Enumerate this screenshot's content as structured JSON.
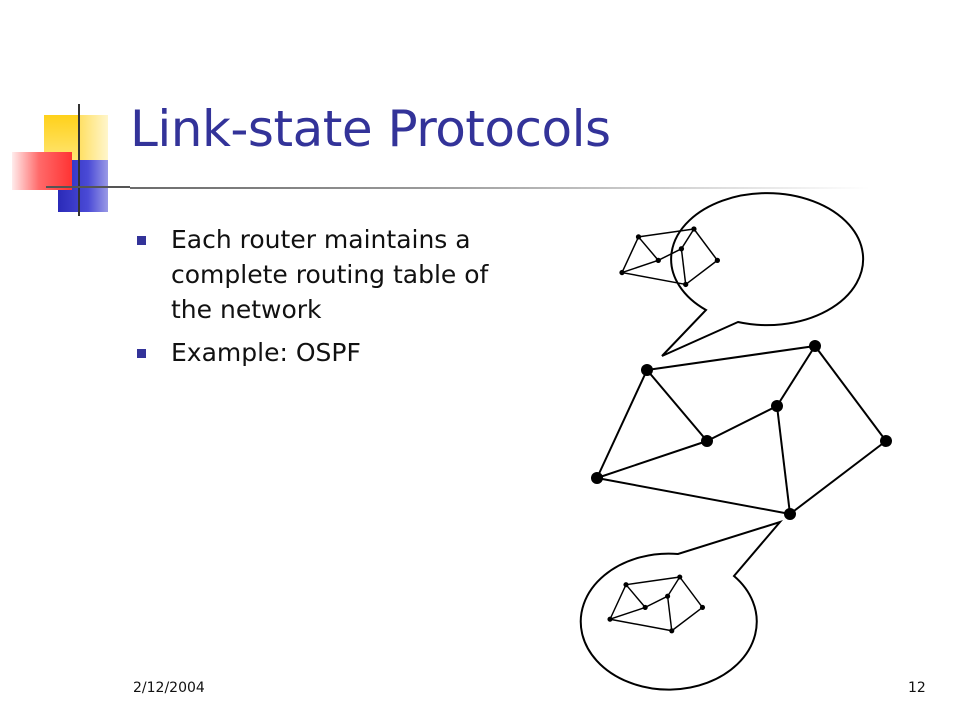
{
  "slide": {
    "title": "Link-state Protocols",
    "bullets": [
      "Each router maintains a complete routing table of the network",
      "Example: OSPF"
    ],
    "footer": {
      "date": "2/12/2004",
      "page": "12"
    }
  },
  "colors": {
    "title": "#333399",
    "bullet_marker": "#333399",
    "deco_yellow": "#ffcc00",
    "deco_blue": "#3333cc",
    "deco_red": "#ff3333",
    "line": "#000000"
  },
  "icons": {
    "bullet": "square-bullet-icon",
    "network": "network-graph-icon"
  }
}
